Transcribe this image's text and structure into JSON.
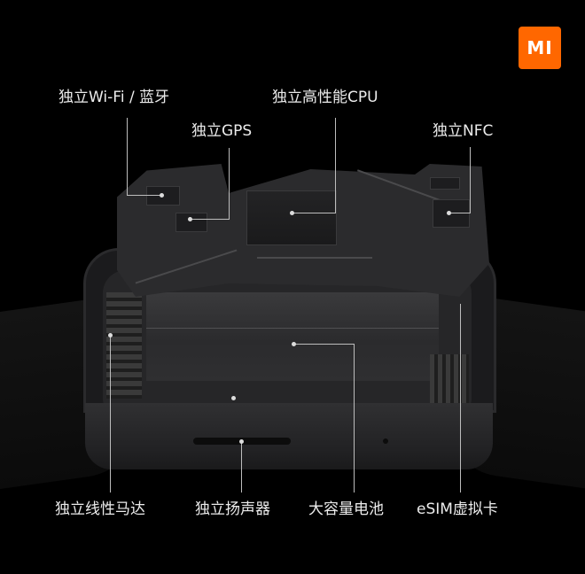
{
  "brand": {
    "logo_text": "MI",
    "logo_color": "#ff6700"
  },
  "callouts": {
    "top": [
      {
        "id": "wifi_bt",
        "text": "独立Wi-Fi / 蓝牙"
      },
      {
        "id": "gps",
        "text": "独立GPS"
      },
      {
        "id": "cpu",
        "text": "独立高性能CPU"
      },
      {
        "id": "nfc",
        "text": "独立NFC"
      }
    ],
    "bottom": [
      {
        "id": "motor",
        "text": "独立线性马达"
      },
      {
        "id": "speaker",
        "text": "独立扬声器"
      },
      {
        "id": "battery",
        "text": "大容量电池"
      },
      {
        "id": "esim",
        "text": "eSIM虚拟卡"
      }
    ]
  },
  "colors": {
    "background": "#000000",
    "label_text": "#ececec",
    "leader_line": "#bdbdbd"
  }
}
